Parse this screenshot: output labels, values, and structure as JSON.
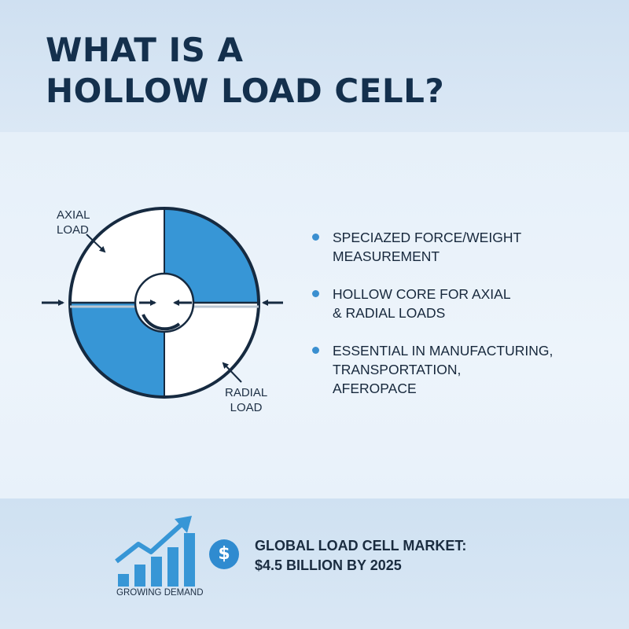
{
  "header": {
    "title_line1": "WHAT IS A",
    "title_line2": "HOLLOW LOAD CELL?"
  },
  "diagram": {
    "axial_label_line1": "AXIAL",
    "axial_label_line2": "LOAD",
    "radial_label_line1": "RADIAL",
    "radial_label_line2": "LOAD",
    "colors": {
      "fill_blue": "#3796d6",
      "fill_white": "#ffffff",
      "outline": "#162a40",
      "arrow": "#162a40"
    }
  },
  "bullets": [
    {
      "text": "SPECIAZED FORCE/WEIGHT MEASUREMENT"
    },
    {
      "text": "HOLLOW CORE FOR AXIAL\n& RADIAL LOADS"
    },
    {
      "text": "ESSENTIAL IN MANUFACTURING,\nTRANSPORTATION,\nAFEROPACE"
    }
  ],
  "footer": {
    "growth_label": "GROWING DEMAND",
    "coin_symbol": "$",
    "market_line1": "GLOBAL LOAD CELL MARKET:",
    "market_line2": "$4.5 BILLION BY 2025",
    "accent_color": "#2f8bd0"
  }
}
